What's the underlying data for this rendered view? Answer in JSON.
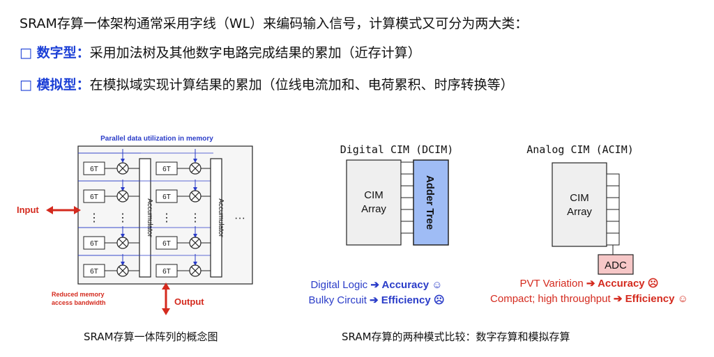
{
  "header": {
    "line1": "SRAM存算一体架构通常采用字线（WL）来编码输入信号，计算模式又可分为两大类：",
    "digital_label": "□ 数字型：",
    "digital_desc": "采用加法树及其他数字电路完成结果的累加（近存计算）",
    "analog_label": "□ 模拟型：",
    "analog_desc": "在模拟域实现计算结果的累加（位线电流加和、电荷累积、时序转换等）"
  },
  "array_diagram": {
    "top_label": "Parallel data utilization in memory",
    "input_label": "Input",
    "output_label": "Output",
    "reduced_label_1": "Reduced memory",
    "reduced_label_2": "access bandwidth",
    "cell_label": "6T",
    "accumulator_label": "Accumulator",
    "ellipsis": "···",
    "caption": "SRAM存算一体阵列的概念图"
  },
  "dcim": {
    "title": "Digital CIM (DCIM)",
    "array_line1": "CIM",
    "array_line2": "Array",
    "adder": "Adder Tree",
    "pro_left": "Digital Logic",
    "pro_right": "Accuracy ☺",
    "con_left": "Bulky Circuit",
    "con_right": "Efficiency ☹"
  },
  "acim": {
    "title": "Analog CIM (ACIM)",
    "array_line1": "CIM",
    "array_line2": "Array",
    "adc": "ADC",
    "con_left": "PVT Variation",
    "con_right": "Accuracy ☹",
    "pro_left": "Compact; high throughput",
    "pro_right": "Efficiency ☺"
  },
  "right_caption": "SRAM存算的两种模式比较：数字存算和模拟存算",
  "colors": {
    "bullet_blue": "#1b3fd6",
    "diagram_blue": "#2a3cc8",
    "red": "#d42a1e",
    "adder_fill": "#9fbcf5",
    "adc_fill": "#f6c7c7",
    "array_fill": "#efefef"
  }
}
